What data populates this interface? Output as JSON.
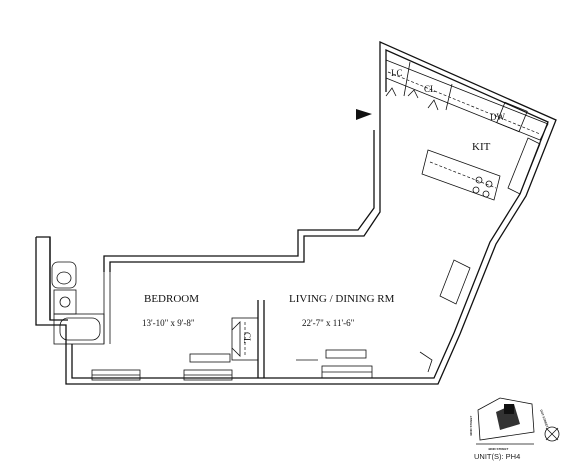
{
  "rooms": {
    "bedroom": {
      "name": "BEDROOM",
      "dimensions": "13'-10\" x 9'-8\""
    },
    "living": {
      "name": "LIVING / DINING RM",
      "dimensions": "22'-7\" x 11'-6\""
    },
    "kitchen": {
      "name": "KIT"
    }
  },
  "closets": {
    "linen": "LC",
    "hall": "CL",
    "bedroom": "CL"
  },
  "appliances": {
    "dishwasher": "DW"
  },
  "key_plan": {
    "unit_label": "UNIT(S): PH4",
    "street_bottom": "42ND STREET",
    "street_left": "42ND STREET",
    "street_right": "DOT STREET"
  },
  "icons": {
    "entry": "entry-arrow-icon",
    "north": "north-arrow-icon"
  },
  "colors": {
    "ink": "#111111",
    "background": "#ffffff"
  }
}
